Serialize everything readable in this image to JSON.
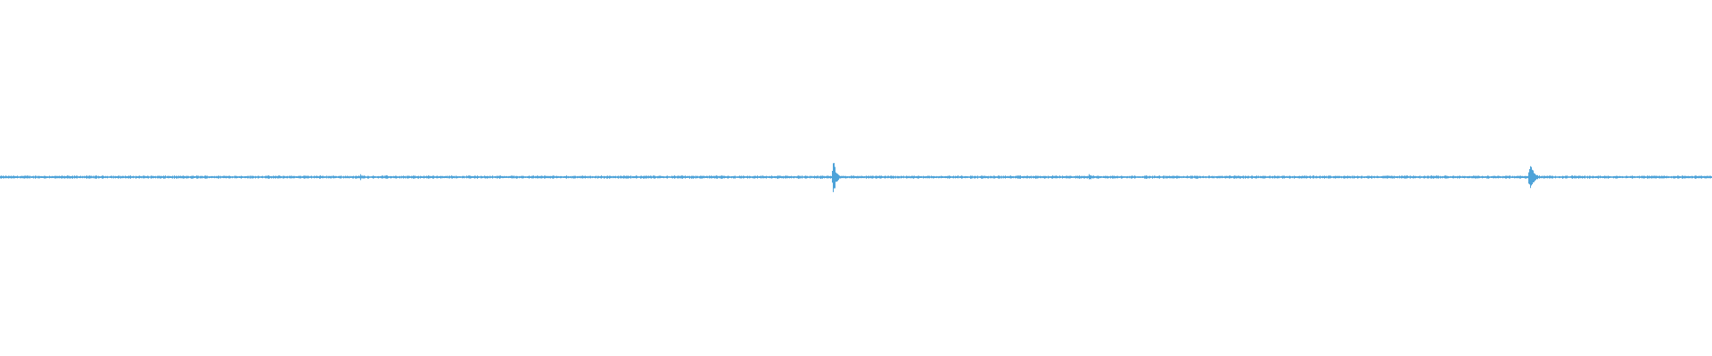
{
  "waveform": {
    "color": "#4ea3d9",
    "background": "#ffffff",
    "duration_fraction_bursts": [
      {
        "position": 0.2105,
        "amplitude": 0.012,
        "width": 0.004
      },
      {
        "position": 0.4,
        "amplitude": 0.006,
        "width": 0.003
      },
      {
        "position": 0.4865,
        "amplitude": 0.075,
        "width": 0.006
      },
      {
        "position": 0.636,
        "amplitude": 0.014,
        "width": 0.006
      },
      {
        "position": 0.8935,
        "amplitude": 0.05,
        "width": 0.009
      }
    ],
    "noise_floor": 0.0035
  }
}
